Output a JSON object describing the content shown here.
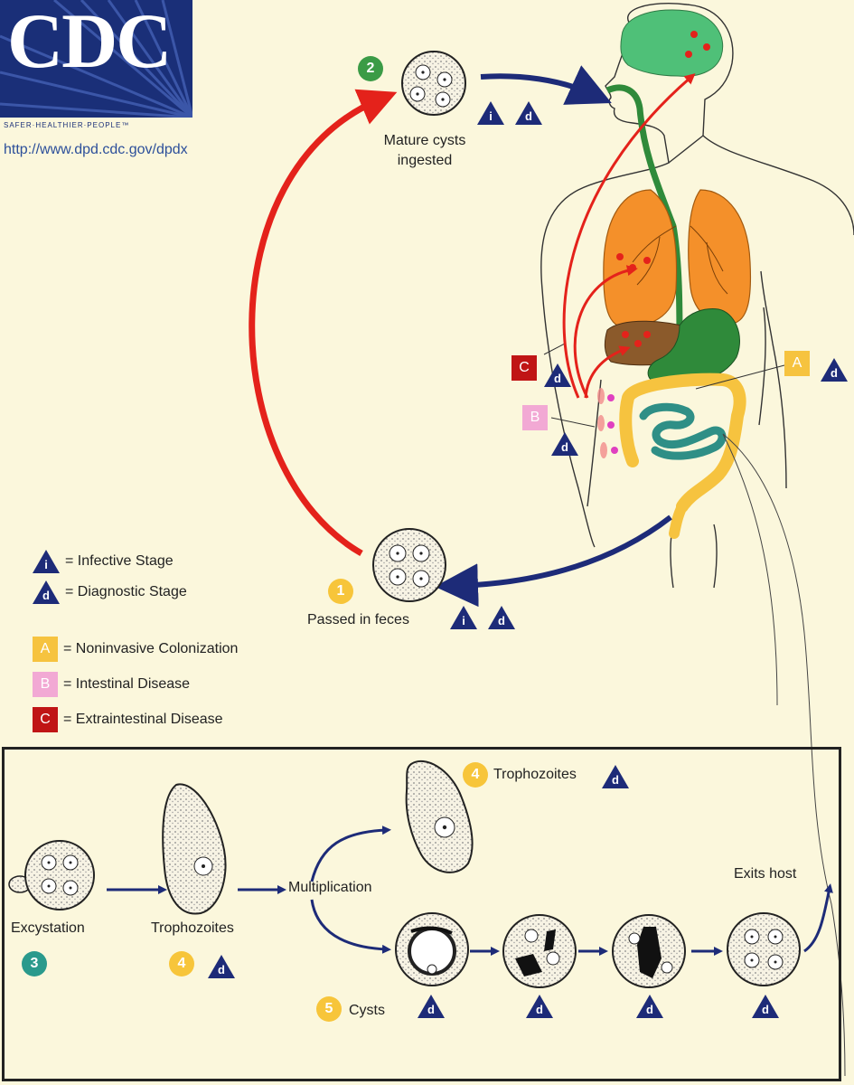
{
  "logo": {
    "letters": "CDC",
    "tagline": "SAFER·HEALTHIER·PEOPLE™",
    "url": "http://www.dpd.cdc.gov/dpdx"
  },
  "stages": {
    "s1": {
      "number": "1",
      "label": "Passed in feces"
    },
    "s2": {
      "number": "2",
      "label_line1": "Mature cysts",
      "label_line2": "ingested"
    },
    "s3": {
      "number": "3",
      "label": "Excystation"
    },
    "s4a": {
      "number": "4",
      "label": "Trophozoites"
    },
    "s4b": {
      "number": "4",
      "label": "Trophozoites"
    },
    "s5": {
      "number": "5",
      "label": "Cysts"
    }
  },
  "inset_labels": {
    "multiplication": "Multiplication",
    "exits_host": "Exits host"
  },
  "markers": {
    "infective": "i",
    "diagnostic": "d",
    "A": "A",
    "B": "B",
    "C": "C"
  },
  "legend": {
    "infective": "= Infective Stage",
    "diagnostic": "= Diagnostic Stage",
    "A": "= Noninvasive Colonization",
    "B": "= Intestinal Disease",
    "C": "= Extraintestinal Disease"
  },
  "colors": {
    "background": "#fbf7dc",
    "navy": "#1d2b78",
    "red_arrow": "#e4221b",
    "lung": "#f4902a",
    "brain": "#4fc078",
    "esophagus": "#2f8a3a",
    "colon": "#f6c33f",
    "small_intestine": "#2f8f86",
    "liver": "#8b5a2b"
  }
}
